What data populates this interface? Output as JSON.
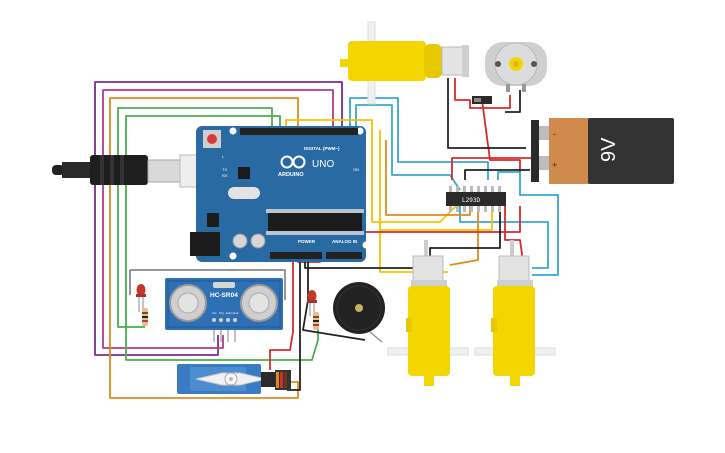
{
  "arduino": {
    "brand": "ARDUINO",
    "model": "UNO",
    "digital_header": "DIGITAL (PWM~)",
    "power_header": "POWER",
    "analog_header": "ANALOG IN",
    "pin_l": "L",
    "pin_tx": "TX",
    "pin_rx": "RX",
    "on_label": "ON"
  },
  "ultrasonic": {
    "model": "HC-SR04",
    "pins": [
      "Vcc",
      "Trig",
      "Echo",
      "Gnd"
    ]
  },
  "driver": {
    "model": "L293D"
  },
  "battery": {
    "voltage": "9V",
    "minus": "-",
    "plus": "+"
  },
  "wire_colors": {
    "purple": "#7b2d8e",
    "magenta": "#b03a8f",
    "orange": "#e08a1e",
    "green": "#4bae4f",
    "red": "#d62b2b",
    "black": "#222222",
    "cyan": "#3aa6d0",
    "yellow": "#f2c500",
    "gray": "#8a8a8a"
  },
  "part_colors": {
    "arduino_board": "#2a6aa3",
    "motor_yellow": "#f3d600",
    "battery_body": "#333333",
    "battery_cap": "#d08a4c",
    "servo_blue": "#3a7cc3",
    "sensor_blue": "#2f6fb3"
  }
}
